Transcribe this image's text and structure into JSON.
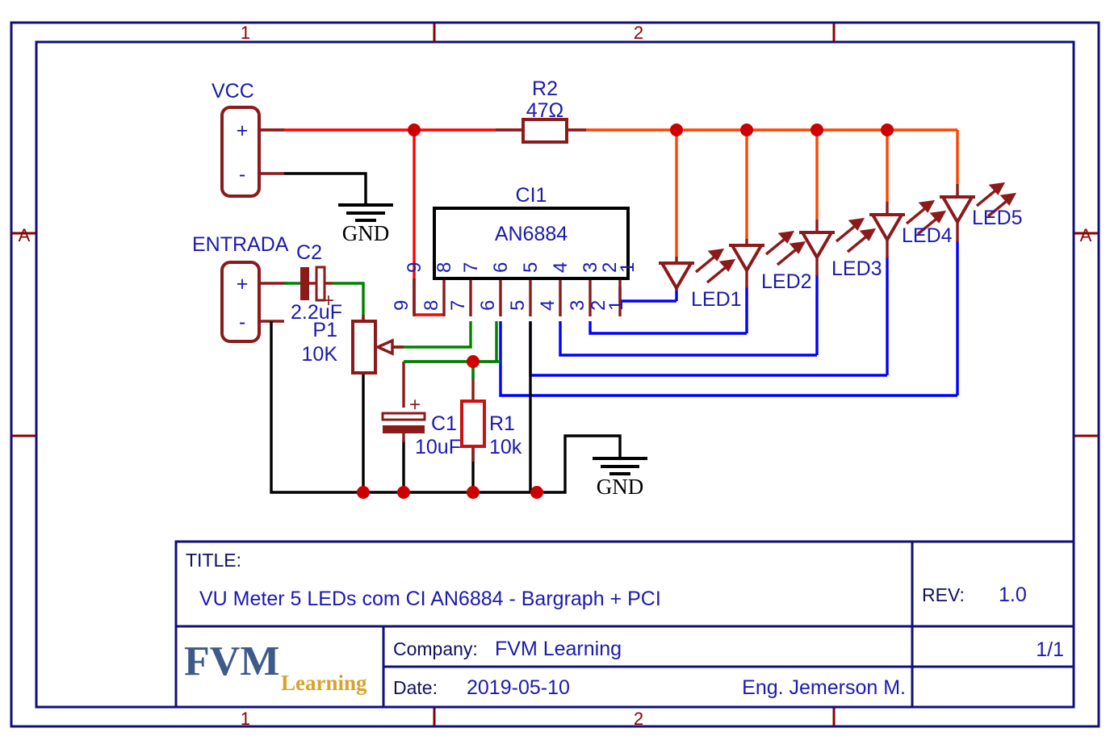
{
  "sheet": {
    "border_color": "#10107a",
    "zone_marker_color": "#8b0000",
    "zones_top": [
      "1",
      "2"
    ],
    "zones_bottom": [
      "1",
      "2"
    ],
    "zones_left": [
      "A"
    ],
    "zones_right": [
      "A"
    ]
  },
  "schematic": {
    "wire_colors": {
      "red": "#ff0000",
      "orange": "#ff4500",
      "blue": "#0000ff",
      "green": "#008000",
      "black": "#000000",
      "dark_red": "#8b1a1a"
    },
    "connectors": [
      {
        "name": "VCC",
        "pins": [
          "+",
          "-"
        ]
      },
      {
        "name": "ENTRADA",
        "pins": [
          "+",
          "-"
        ]
      }
    ],
    "ic": {
      "ref": "CI1",
      "part": "AN6884",
      "pins_inside": [
        "9",
        "8",
        "7",
        "6",
        "5",
        "4",
        "3",
        "2",
        "1"
      ],
      "pins_outside": [
        "9",
        "8",
        "7",
        "6",
        "5",
        "4",
        "3",
        "2",
        "1"
      ]
    },
    "components": [
      {
        "ref": "R2",
        "value": "47Ω",
        "type": "resistor"
      },
      {
        "ref": "C2",
        "value": "2.2uF",
        "type": "capacitor-polarized",
        "polarity": "+"
      },
      {
        "ref": "P1",
        "value": "10K",
        "type": "potentiometer"
      },
      {
        "ref": "C1",
        "value": "10uF",
        "type": "capacitor-polarized",
        "polarity": "+"
      },
      {
        "ref": "R1",
        "value": "10k",
        "type": "resistor"
      }
    ],
    "leds": [
      {
        "ref": "LED1"
      },
      {
        "ref": "LED2"
      },
      {
        "ref": "LED3"
      },
      {
        "ref": "LED4"
      },
      {
        "ref": "LED5"
      }
    ],
    "grounds": [
      {
        "label": "GND"
      },
      {
        "label": "GND"
      }
    ]
  },
  "title_block": {
    "title_label": "TITLE:",
    "title_value": "VU Meter 5 LEDs com CI AN6884 - Bargraph + PCI",
    "rev_label": "REV:",
    "rev_value": "1.0",
    "sheet_value": "1/1",
    "company_label": "Company:",
    "company_value": "FVM Learning",
    "date_label": "Date:",
    "date_value": "2019-05-10",
    "engineer_value": "Eng. Jemerson M.",
    "logo_main": "FVM",
    "logo_sub": "Learning"
  }
}
